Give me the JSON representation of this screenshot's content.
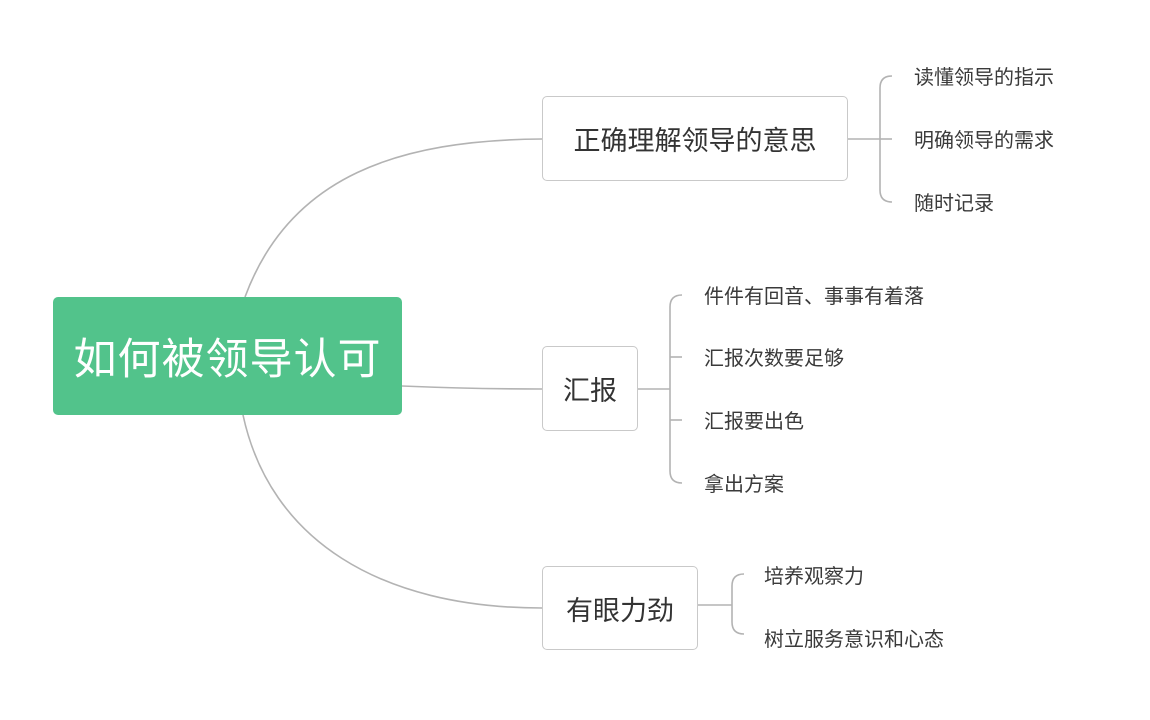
{
  "root": {
    "label": "如何被领导认可"
  },
  "topics": [
    {
      "label": "正确理解领导的意思",
      "items": [
        "读懂领导的指示",
        "明确领导的需求",
        "随时记录"
      ]
    },
    {
      "label": "汇报",
      "items": [
        "件件有回音、事事有着落",
        "汇报次数要足够",
        "汇报要出色",
        "拿出方案"
      ]
    },
    {
      "label": "有眼力劲",
      "items": [
        "培养观察力",
        "树立服务意识和心态"
      ]
    }
  ],
  "colors": {
    "root_fill": "#52c38b",
    "root_text": "#ffffff",
    "line": "#b3b3b3",
    "topic_border": "#c9c9c9",
    "text": "#333333"
  }
}
